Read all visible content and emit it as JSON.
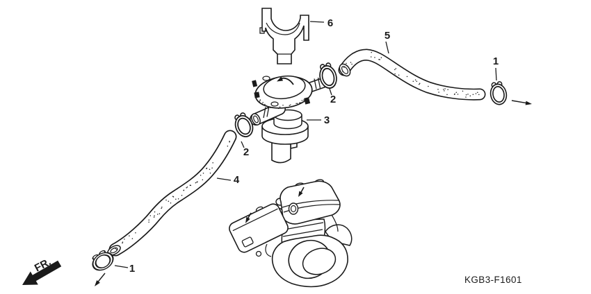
{
  "colors": {
    "line": "#1a1a1a",
    "background": "#ffffff"
  },
  "callouts": [
    {
      "id": "6",
      "text": "6"
    },
    {
      "id": "5",
      "text": "5"
    },
    {
      "id": "1-top-right",
      "text": "1"
    },
    {
      "id": "2-right",
      "text": "2"
    },
    {
      "id": "3",
      "text": "3"
    },
    {
      "id": "2-left",
      "text": "2"
    },
    {
      "id": "4",
      "text": "4"
    },
    {
      "id": "1-bottom-left",
      "text": "1"
    }
  ],
  "orientation": {
    "front_label": "FR."
  },
  "footer": {
    "diagram_code": "KGB3-F1601"
  }
}
